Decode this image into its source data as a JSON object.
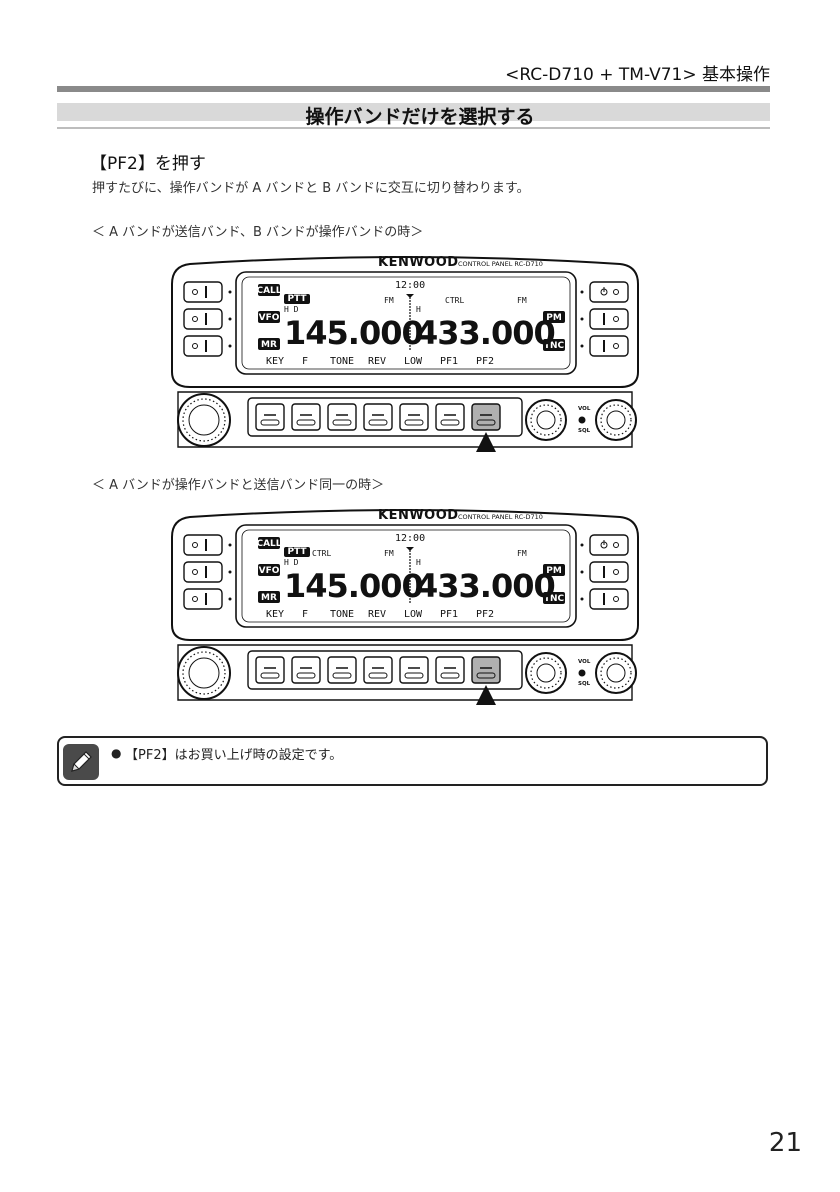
{
  "header": {
    "title": "<RC-D710 + TM-V71> 基本操作"
  },
  "section": {
    "title": "操作バンドだけを選択する"
  },
  "step": {
    "heading": "【PF2】を押す",
    "description": "押すたびに、操作バンドが A バンドと B バンドに交互に切り替わります。"
  },
  "figures": [
    {
      "caption": "＜ A バンドが送信バンド、B バンドが操作バンドの時＞",
      "brand": "KENWOOD",
      "model": "CONTROL PANEL  RC-D710",
      "clock": "12:00",
      "left_labels": [
        "CALL",
        "VFO",
        "MR"
      ],
      "right_labels": [
        "PM",
        "TNC"
      ],
      "ptt": "PTT",
      "ctrl_a": "",
      "ctrl_b": "CTRL",
      "mode_a": "FM",
      "mode_b": "FM",
      "hd_a": "H D",
      "hd_b": "H",
      "freq_a": "145.000",
      "freq_b": "433.000",
      "softkeys": [
        "KEY",
        "F",
        "TONE",
        "REV",
        "LOW",
        "PF1",
        "PF2"
      ],
      "knob_labels": [
        "VOL",
        "SQL"
      ]
    },
    {
      "caption": "＜ A バンドが操作バンドと送信バンド同一の時＞",
      "brand": "KENWOOD",
      "model": "CONTROL PANEL  RC-D710",
      "clock": "12:00",
      "left_labels": [
        "CALL",
        "VFO",
        "MR"
      ],
      "right_labels": [
        "PM",
        "TNC"
      ],
      "ptt": "PTT",
      "ctrl_a": "CTRL",
      "ctrl_b": "",
      "mode_a": "FM",
      "mode_b": "FM",
      "hd_a": "H D",
      "hd_b": "H",
      "freq_a": "145.000",
      "freq_b": "433.000",
      "softkeys": [
        "KEY",
        "F",
        "TONE",
        "REV",
        "LOW",
        "PF1",
        "PF2"
      ],
      "knob_labels": [
        "VOL",
        "SQL"
      ]
    }
  ],
  "note": {
    "icon": "pencil-icon",
    "bullet": "●",
    "text": "【PF2】はお買い上げ時の設定です。"
  },
  "page_number": "21"
}
